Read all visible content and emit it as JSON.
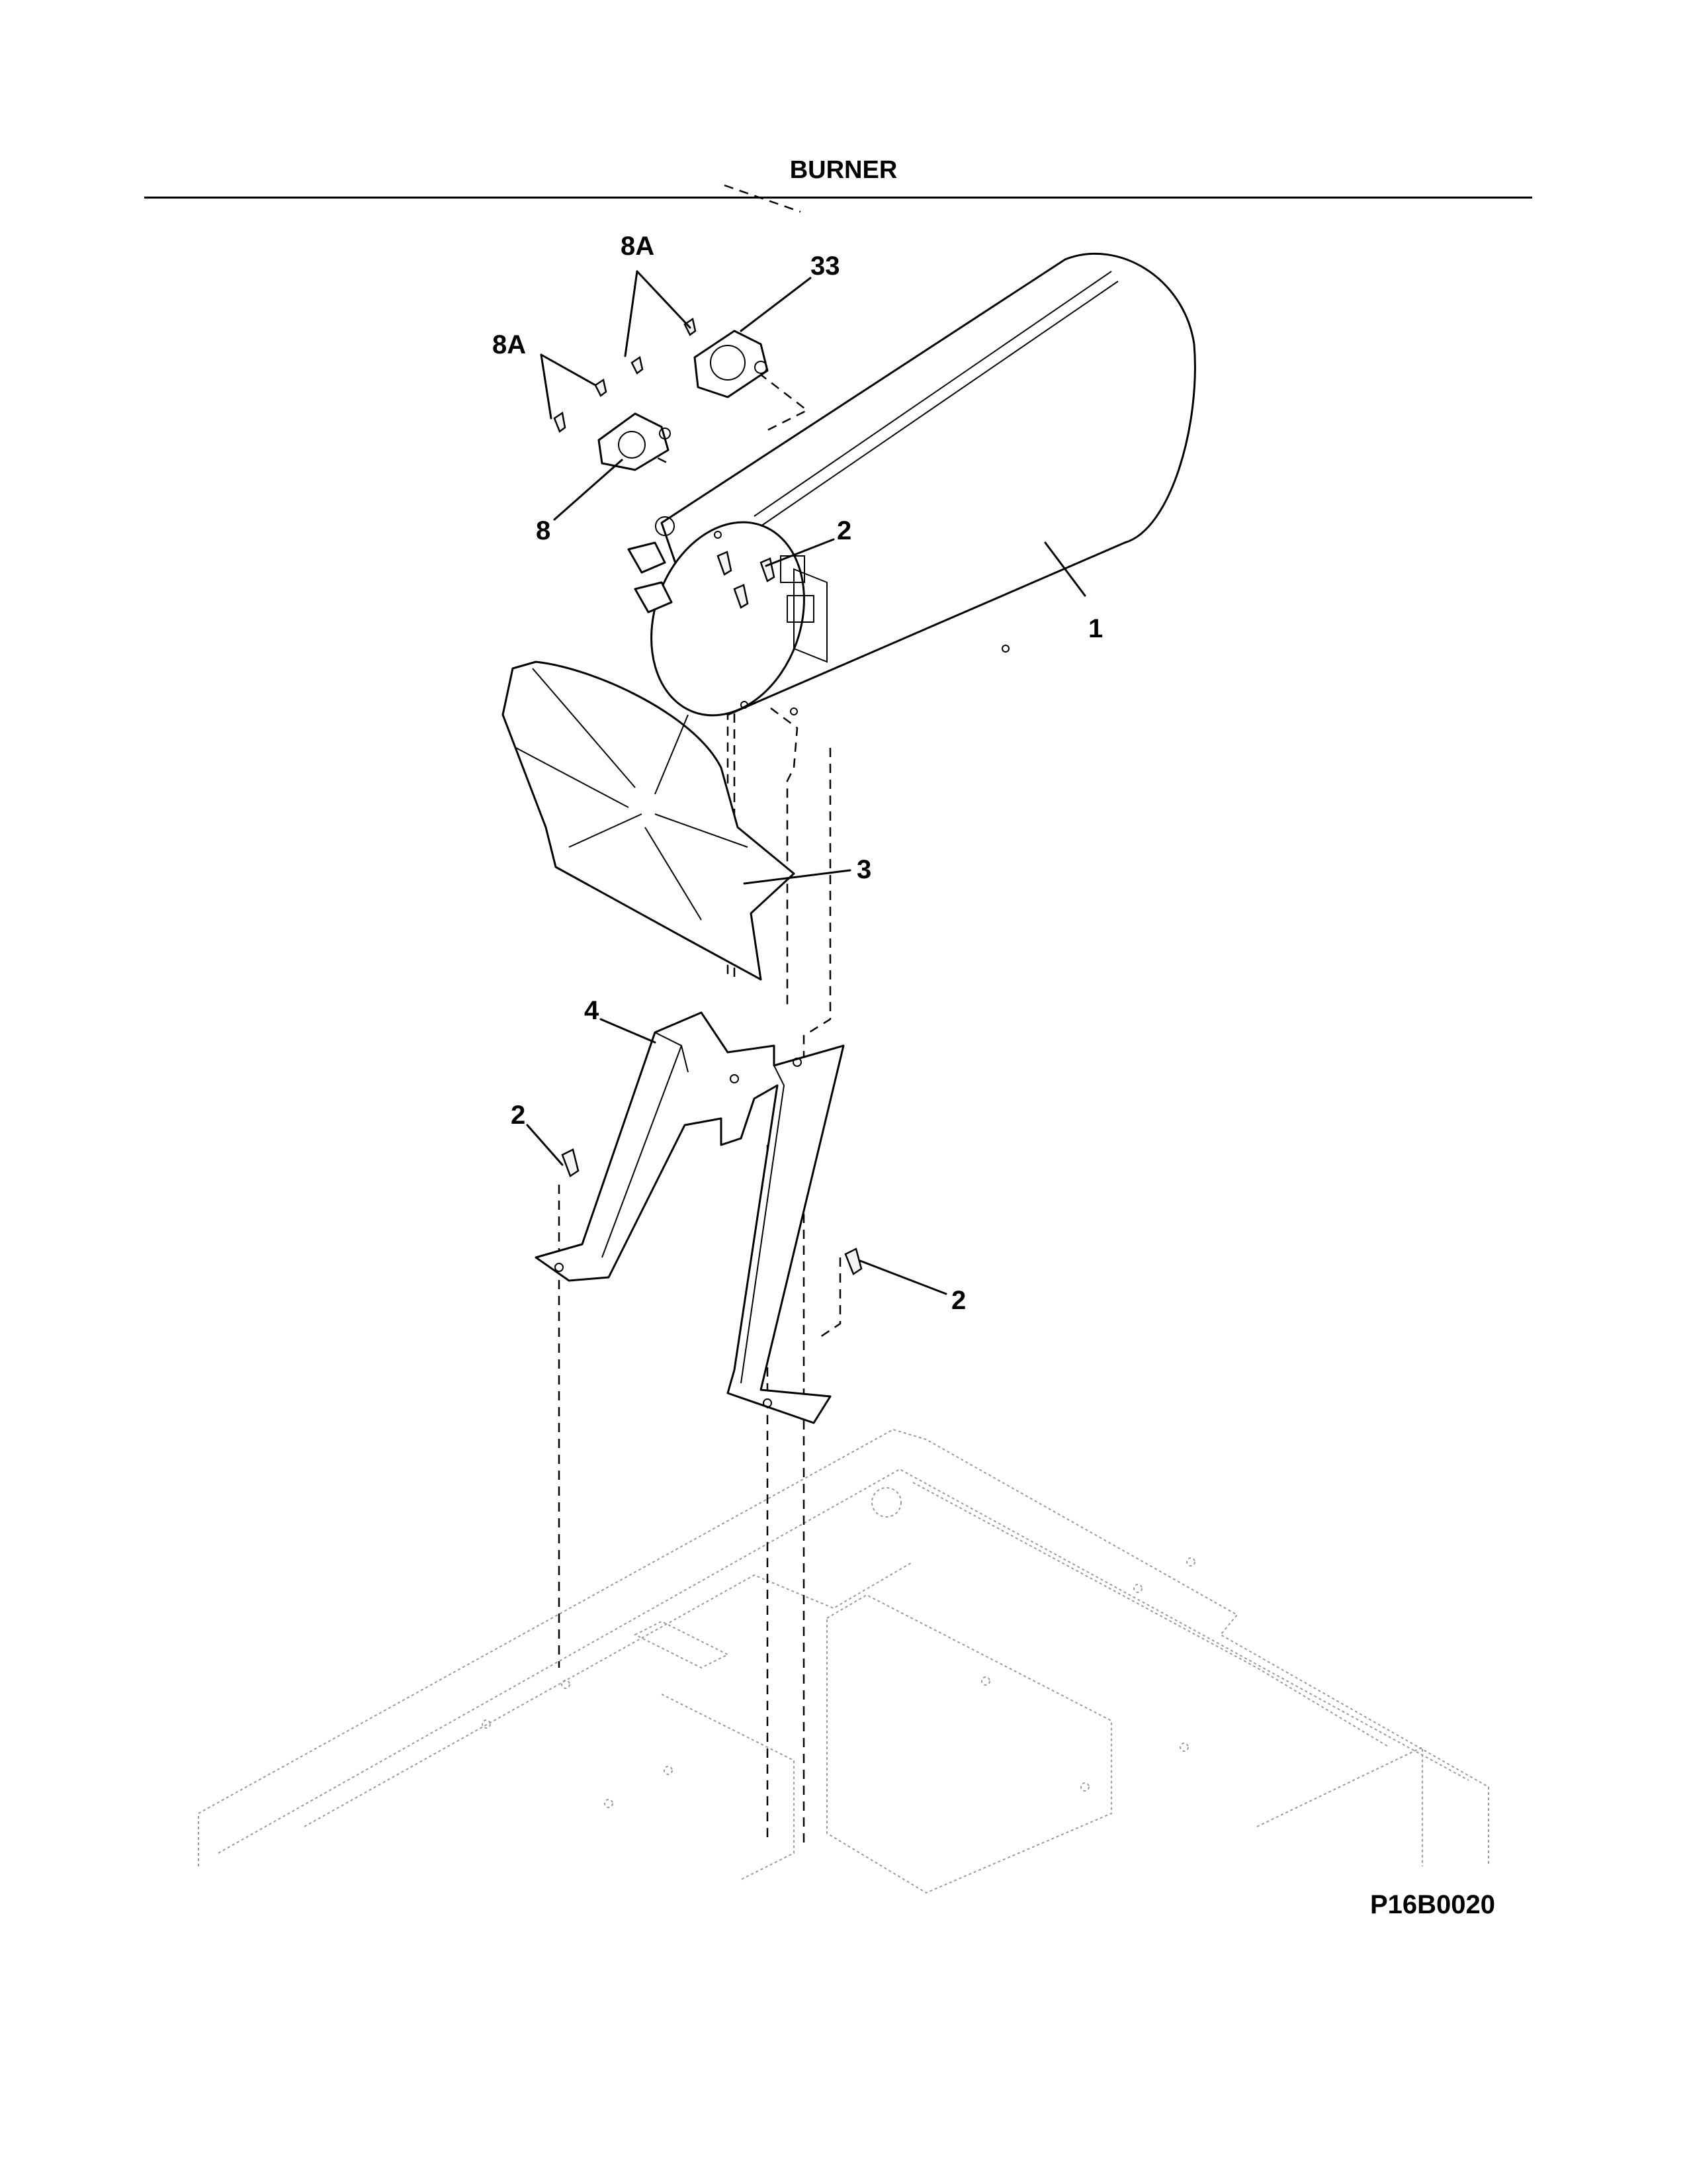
{
  "title": "BURNER",
  "diagram_code": "P16B0020",
  "callouts": {
    "c1": "1",
    "c2a": "2",
    "c2b": "2",
    "c2c": "2",
    "c3": "3",
    "c4": "4",
    "c8": "8",
    "c8a_top": "8A",
    "c8a_left": "8A",
    "c33": "33"
  }
}
